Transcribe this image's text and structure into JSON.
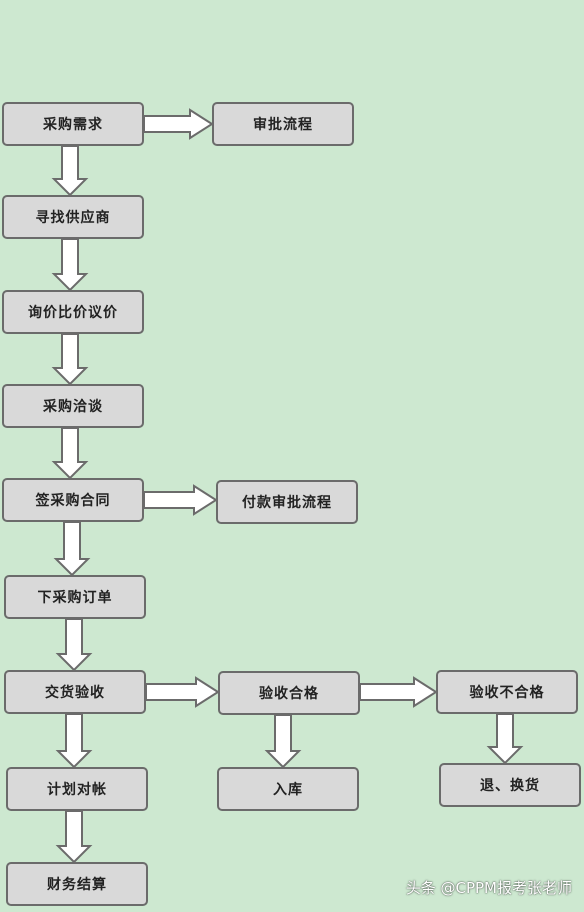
{
  "diagram": {
    "nodes": {
      "purchase_demand": "采购需求",
      "approval_process": "审批流程",
      "find_supplier": "寻找供应商",
      "inquiry_compare": "询价比价议价",
      "purchase_negotiation": "采购洽谈",
      "sign_contract": "签采购合同",
      "payment_approval": "付款审批流程",
      "place_order": "下采购订单",
      "delivery_inspection": "交货验收",
      "inspection_pass": "验收合格",
      "inspection_fail": "验收不合格",
      "reconcile": "计划对帐",
      "warehousing": "入库",
      "return_exchange": "退、换货",
      "settlement": "财务结算"
    },
    "colors": {
      "background": "#cde8d0",
      "box_fill": "#d9d9d9",
      "box_border": "#6b6b6b",
      "arrow_fill": "#ffffff",
      "arrow_stroke": "#6b6b6b"
    }
  },
  "watermark": "头条 @CPPM报考张老师"
}
